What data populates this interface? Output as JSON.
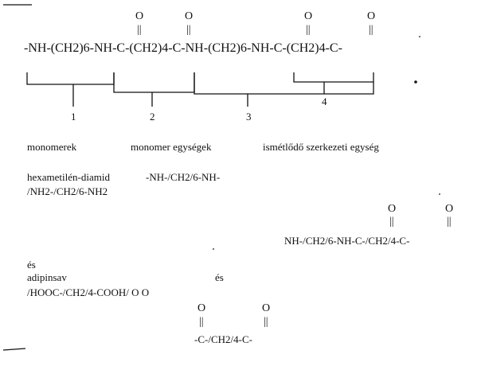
{
  "polymer_chain": {
    "formula": "-NH-(CH2)6-NH-C-(CH2)4-C-NH-(CH2)6-NH-C-(CH2)4-C-",
    "carbonyl_oxygen": "O",
    "double_bond": "||"
  },
  "brackets": {
    "numbers": [
      "1",
      "2",
      "3",
      "4"
    ],
    "labels": [
      "monomerek",
      "monomer egységek",
      "ismétlődő szerkezeti egység"
    ]
  },
  "hexamethylenediamine": {
    "name": "hexametilén-diamid",
    "unit": "-NH-/CH2/6-NH-",
    "formula": "/NH2-/CH2/6-NH2"
  },
  "adipic_acid": {
    "conjunction_left": "és",
    "name": "adipinsav",
    "formula": "/HOOC-/CH2/4-COOH/ O O",
    "conjunction_right": "és",
    "unit": "-C-/CH2/4-C-"
  },
  "repeat_unit": {
    "formula": "NH-/CH2/6-NH-C-/CH2/4-C-"
  }
}
